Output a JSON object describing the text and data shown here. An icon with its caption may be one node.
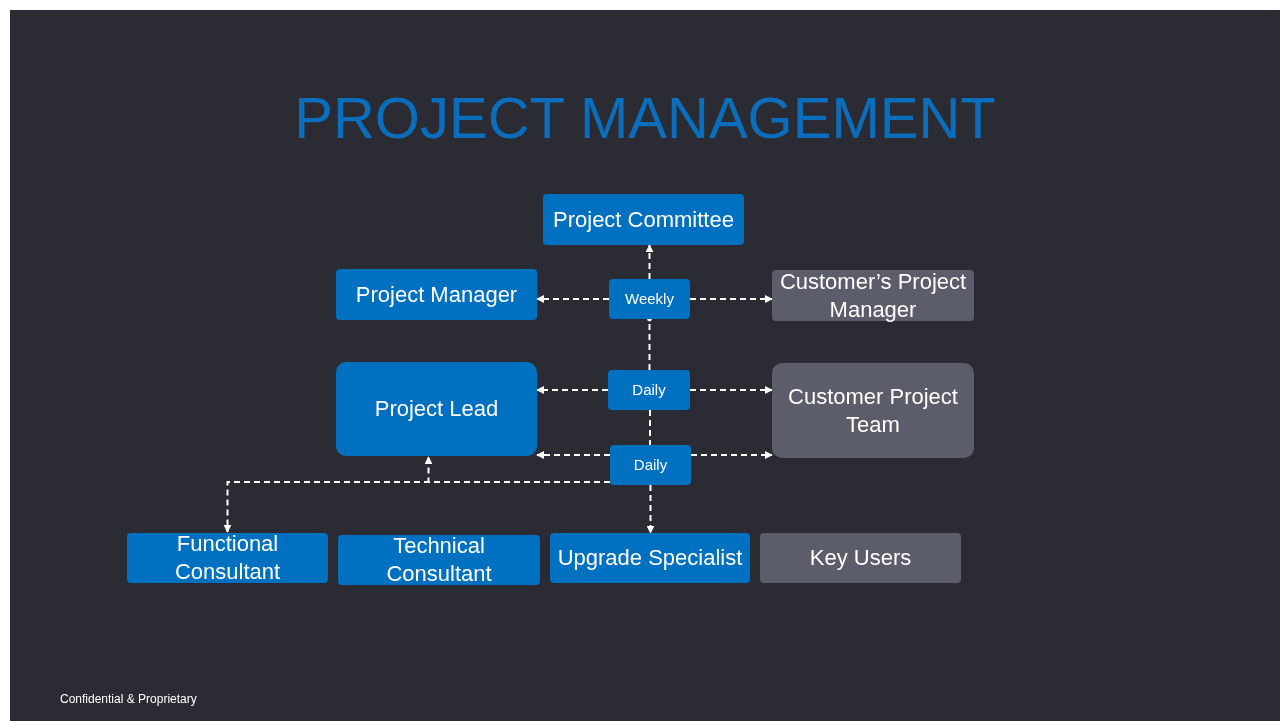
{
  "diagram": {
    "title": "PROJECT MANAGEMENT",
    "nodes": [
      {
        "text": [
          "Project Committee"
        ]
      },
      {
        "text": [
          "Project Manager"
        ]
      },
      {
        "text": [
          "Weekly"
        ]
      },
      {
        "text": [
          "Customer’s Project Manager"
        ]
      },
      {
        "text": [
          "Project Lead"
        ]
      },
      {
        "text": [
          "Daily"
        ]
      },
      {
        "text": [
          "Customer Project Team"
        ]
      },
      {
        "text": [
          "Daily"
        ]
      },
      {
        "text": [
          "Functional Consultant"
        ]
      },
      {
        "text": [
          "Technical Consultant"
        ]
      },
      {
        "text": [
          "Upgrade Specialist"
        ]
      },
      {
        "text": [
          "Key Users"
        ]
      }
    ],
    "edges": [
      {
        "from": 2,
        "to": 0,
        "arrow": "to",
        "style": "dashed"
      },
      {
        "from": 2,
        "to": 1,
        "arrow": "to",
        "style": "dashed"
      },
      {
        "from": 2,
        "to": 3,
        "arrow": "to",
        "style": "dashed"
      },
      {
        "from": 5,
        "to": 2,
        "arrow": "other",
        "style": "dashed"
      },
      {
        "from": 5,
        "to": 4,
        "arrow": "to",
        "style": "dashed"
      },
      {
        "from": 5,
        "to": 6,
        "arrow": "to",
        "style": "dashed"
      },
      {
        "from": 5,
        "to": 7,
        "arrow": "none",
        "style": "dashed"
      },
      {
        "from": 7,
        "to": 4,
        "arrow": "to",
        "style": "dashed"
      },
      {
        "from": 7,
        "to": 6,
        "arrow": "to",
        "style": "dashed"
      },
      {
        "from": 7,
        "to": 10,
        "arrow": "to",
        "style": "dashed"
      },
      {
        "from": 7,
        "to": 4,
        "arrow": "to",
        "style": "dashed"
      },
      {
        "from": 7,
        "to": 8,
        "arrow": "to",
        "style": "dashed"
      }
    ],
    "labels": [
      "Confidential & Proprietary"
    ]
  }
}
